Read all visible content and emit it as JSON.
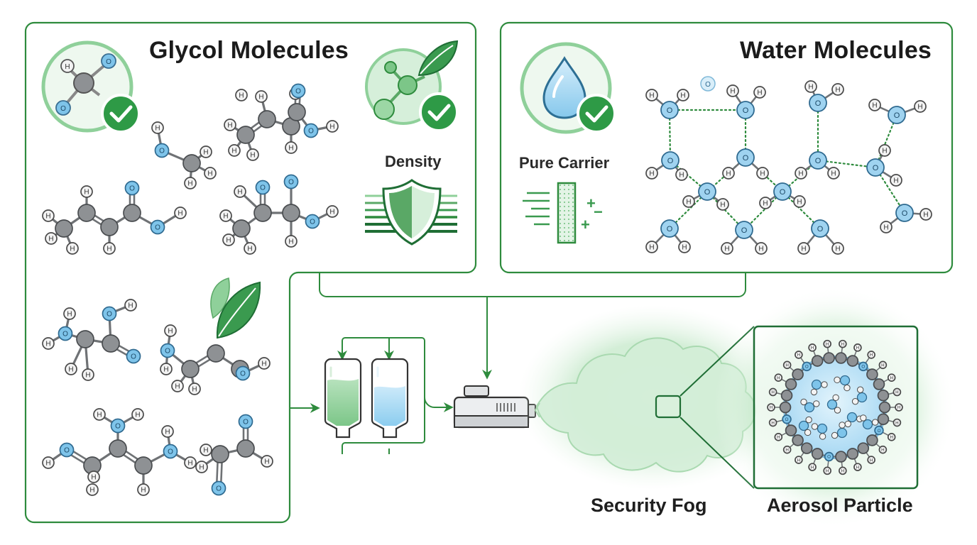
{
  "labels": {
    "glycol_title": "Glycol Molecules",
    "water_title": "Water Molecules",
    "density": "Density",
    "pure_carrier": "Pure Carrier",
    "security_fog": "Security Fog",
    "aerosol_particle": "Aerosol Particle"
  },
  "atoms": {
    "hydrogen": "H",
    "oxygen": "O"
  },
  "colors": {
    "accent_green": "#3a9a4f",
    "border_green": "#2e8b3d",
    "dark_green": "#1f6e35",
    "light_green": "#8fd09a",
    "carbon_gray": "#8e9194",
    "oxygen_blue": "#7ec4ea",
    "water_blue": "#9fd3f0",
    "fog_green": "#bfe6c4"
  },
  "icons": {
    "glycol_check": "checkmark-badge-icon",
    "molecule_leaf": "molecule-leaf-icon",
    "density_shield": "shield-icon",
    "water_drop": "water-drop-icon",
    "carrier_filter": "filter-charge-icon",
    "leaf": "leaf-icon",
    "fog_machine": "fog-machine-icon"
  }
}
